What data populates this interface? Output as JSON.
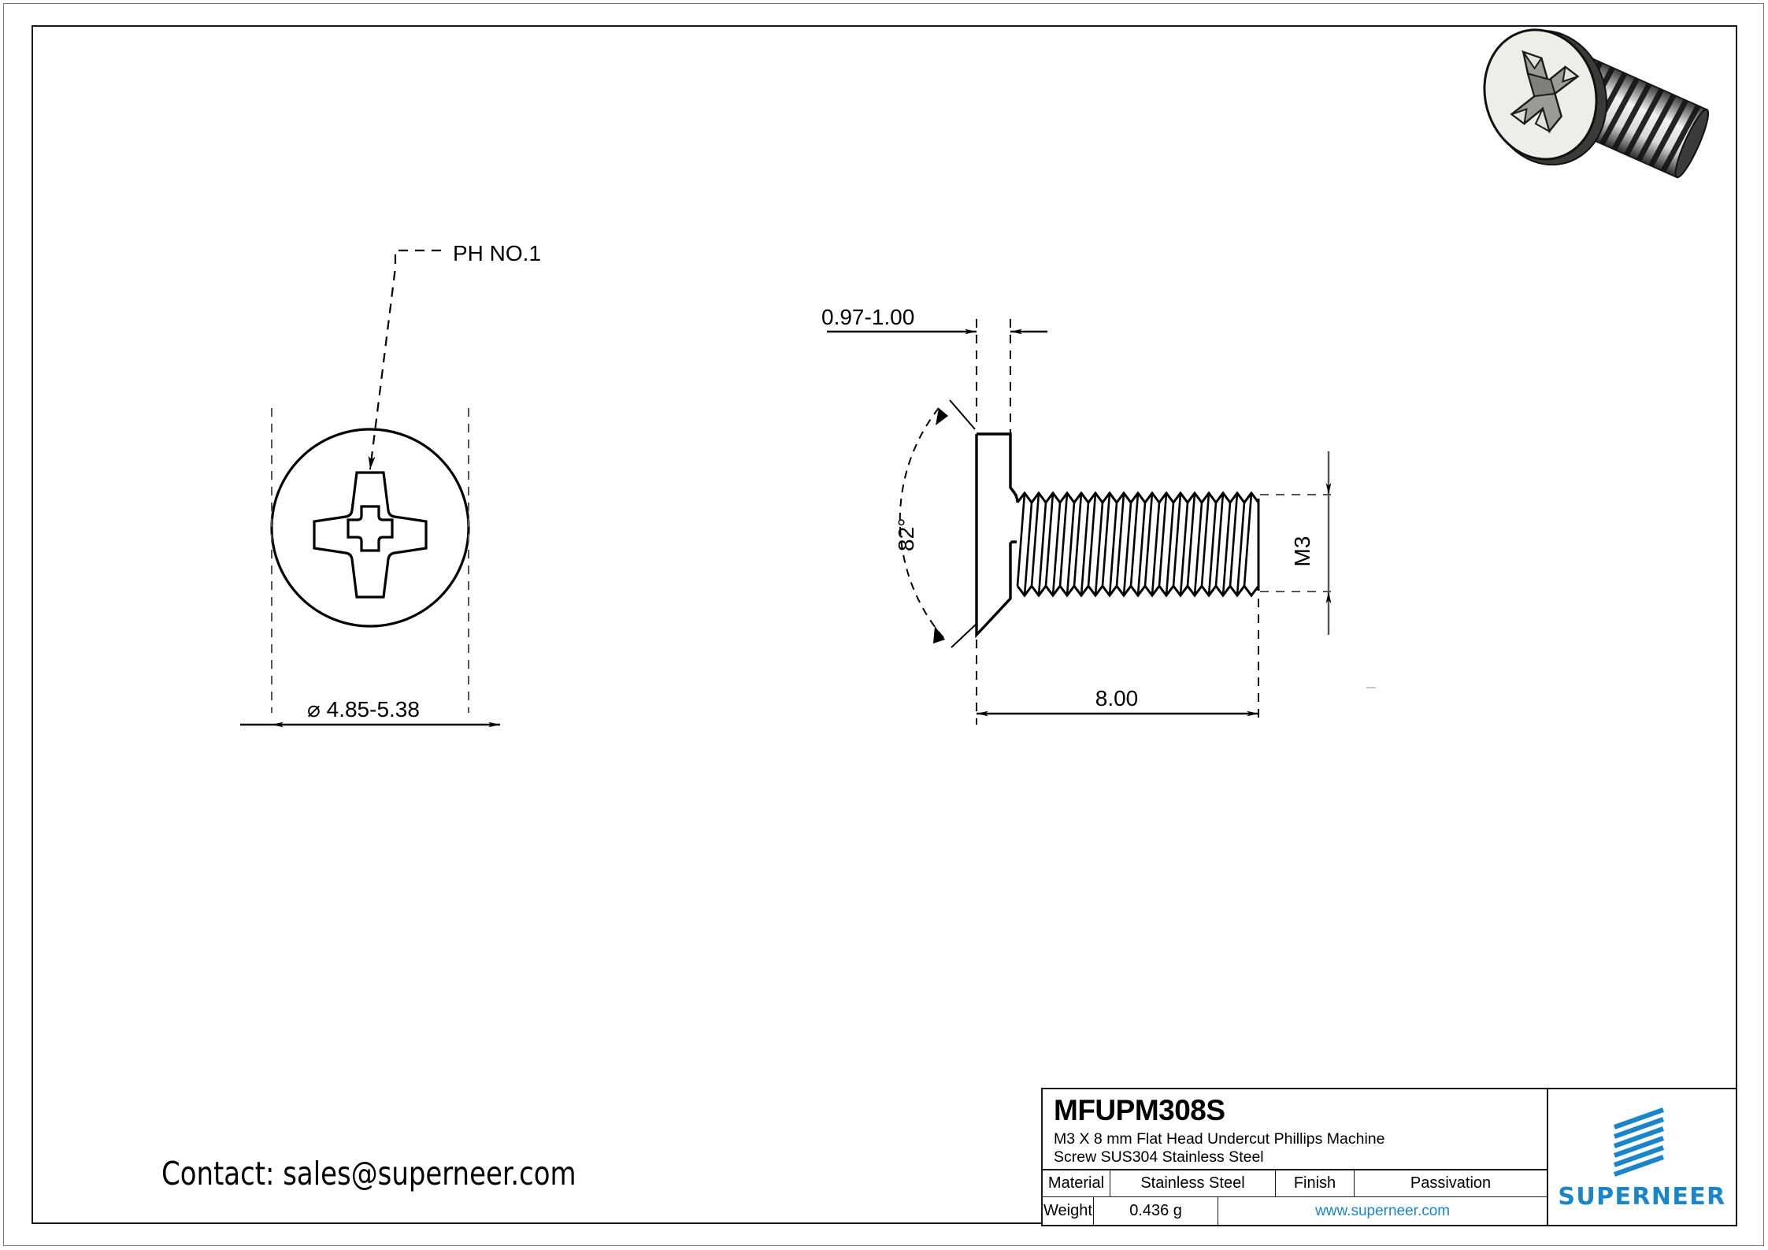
{
  "document": {
    "type": "engineering-drawing",
    "sheet_background": "#ffffff",
    "line_color": "#000000",
    "accent_color": "#1a85c8"
  },
  "views": {
    "front_view": {
      "name": "head-end-view",
      "recess_label": "PH NO.1",
      "diameter_dimension": "⌀ 4.85-5.38"
    },
    "side_view": {
      "name": "side-profile-view",
      "head_height_dimension": "0.97-1.00",
      "head_angle_dimension": "82°",
      "thread_size_dimension": "M3",
      "length_dimension": "8.00"
    }
  },
  "title_block": {
    "part_number": "MFUPM308S",
    "description": "M3 X 8 mm  Flat Head Undercut Phillips Machine\nScrew SUS304 Stainless Steel",
    "material_label": "Material",
    "material_value": "Stainless Steel",
    "finish_label": "Finish",
    "finish_value": "Passivation",
    "weight_label": "Weight",
    "weight_value": "0.436 g",
    "website": "www.superneer.com",
    "brand": "SUPERNEER"
  },
  "contact": {
    "text": "Contact: sales@superneer.com"
  }
}
